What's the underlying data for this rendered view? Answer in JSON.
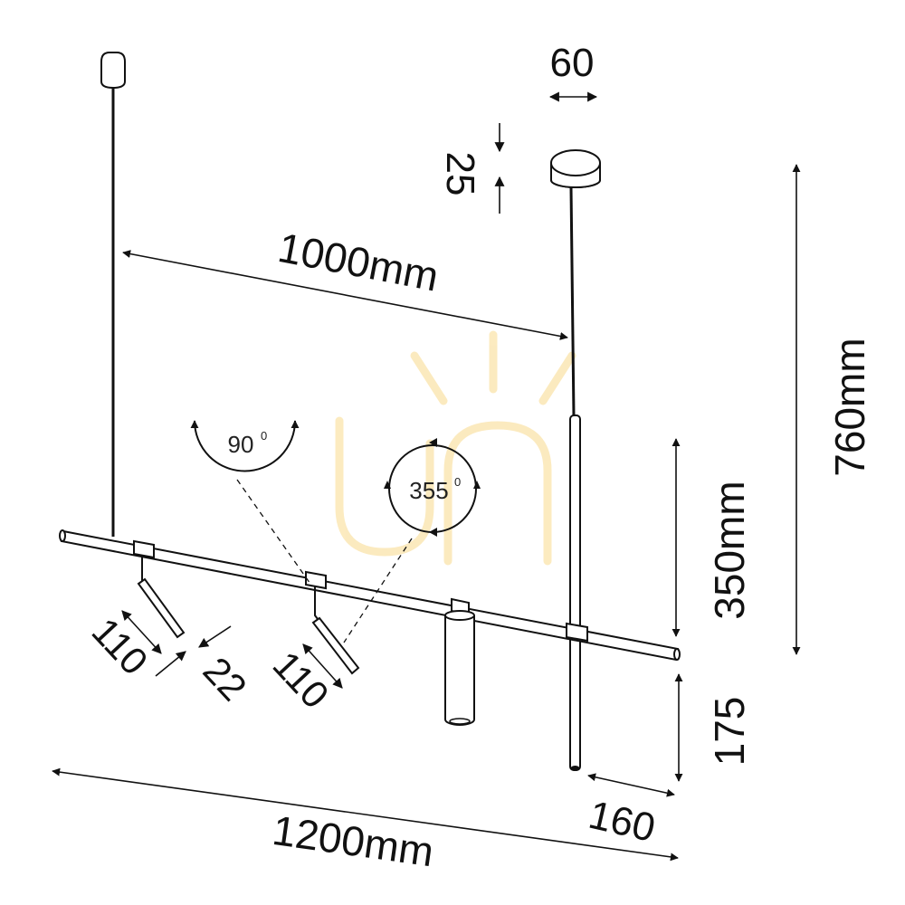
{
  "dimensions": {
    "canopy_diameter": "60",
    "canopy_height": "25",
    "suspension_spacing": "1000mm",
    "total_height": "760mm",
    "rod_height": "350mm",
    "rod_drop": "175",
    "rod_offset": "160",
    "total_length": "1200mm",
    "spot_length_left": "110",
    "spot_diameter": "22",
    "spot_length_middle": "110"
  },
  "angles": {
    "tilt": {
      "value": "90",
      "unit": "0"
    },
    "rotation": {
      "value": "355",
      "unit": "0"
    }
  },
  "colors": {
    "line": "#111111",
    "watermark": "#fbe6b0"
  }
}
